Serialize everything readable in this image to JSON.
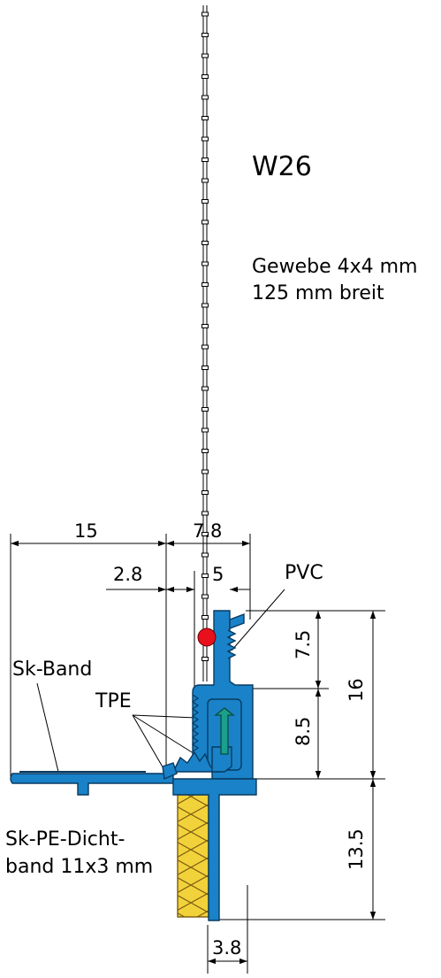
{
  "title": "W26",
  "mesh": {
    "line1": "Gewebe 4x4 mm",
    "line2": "125 mm breit"
  },
  "materials": {
    "pvc": "PVC",
    "tpe": "TPE",
    "sk_band": "Sk-Band",
    "dichtband_line1": "Sk-PE-Dicht-",
    "dichtband_line2": "band 11x3 mm"
  },
  "dimensions": {
    "d15": "15",
    "d7_8": "7.8",
    "d2_8": "2.8",
    "d5": "5",
    "d7_5": "7.5",
    "d8_5": "8.5",
    "d16": "16",
    "d13_5": "13.5",
    "d3_8": "3.8"
  },
  "colors": {
    "profile": "#1a82c8",
    "profile_outline": "#083a60",
    "tpe_insert": "#1aa08c",
    "seal_dot": "#e8101c",
    "foam": "#f2d23a"
  }
}
